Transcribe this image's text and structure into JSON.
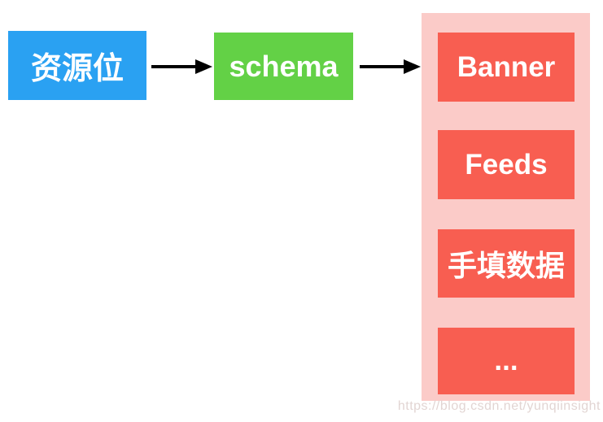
{
  "diagram": {
    "text_color": "#FFFFFF",
    "arrow_color": "#000000",
    "nodes": [
      {
        "id": "resource-slot",
        "label": "资源位",
        "color": "#2AA1F2"
      },
      {
        "id": "schema",
        "label": "schema",
        "color": "#63D146"
      }
    ],
    "container": {
      "color": "#FBCBC8",
      "item_color": "#F85E51",
      "items": [
        {
          "label": "Banner"
        },
        {
          "label": "Feeds"
        },
        {
          "label": "手填数据"
        },
        {
          "label": "..."
        }
      ]
    }
  },
  "watermark": {
    "text": "https://blog.csdn.net/yunqiinsight"
  }
}
